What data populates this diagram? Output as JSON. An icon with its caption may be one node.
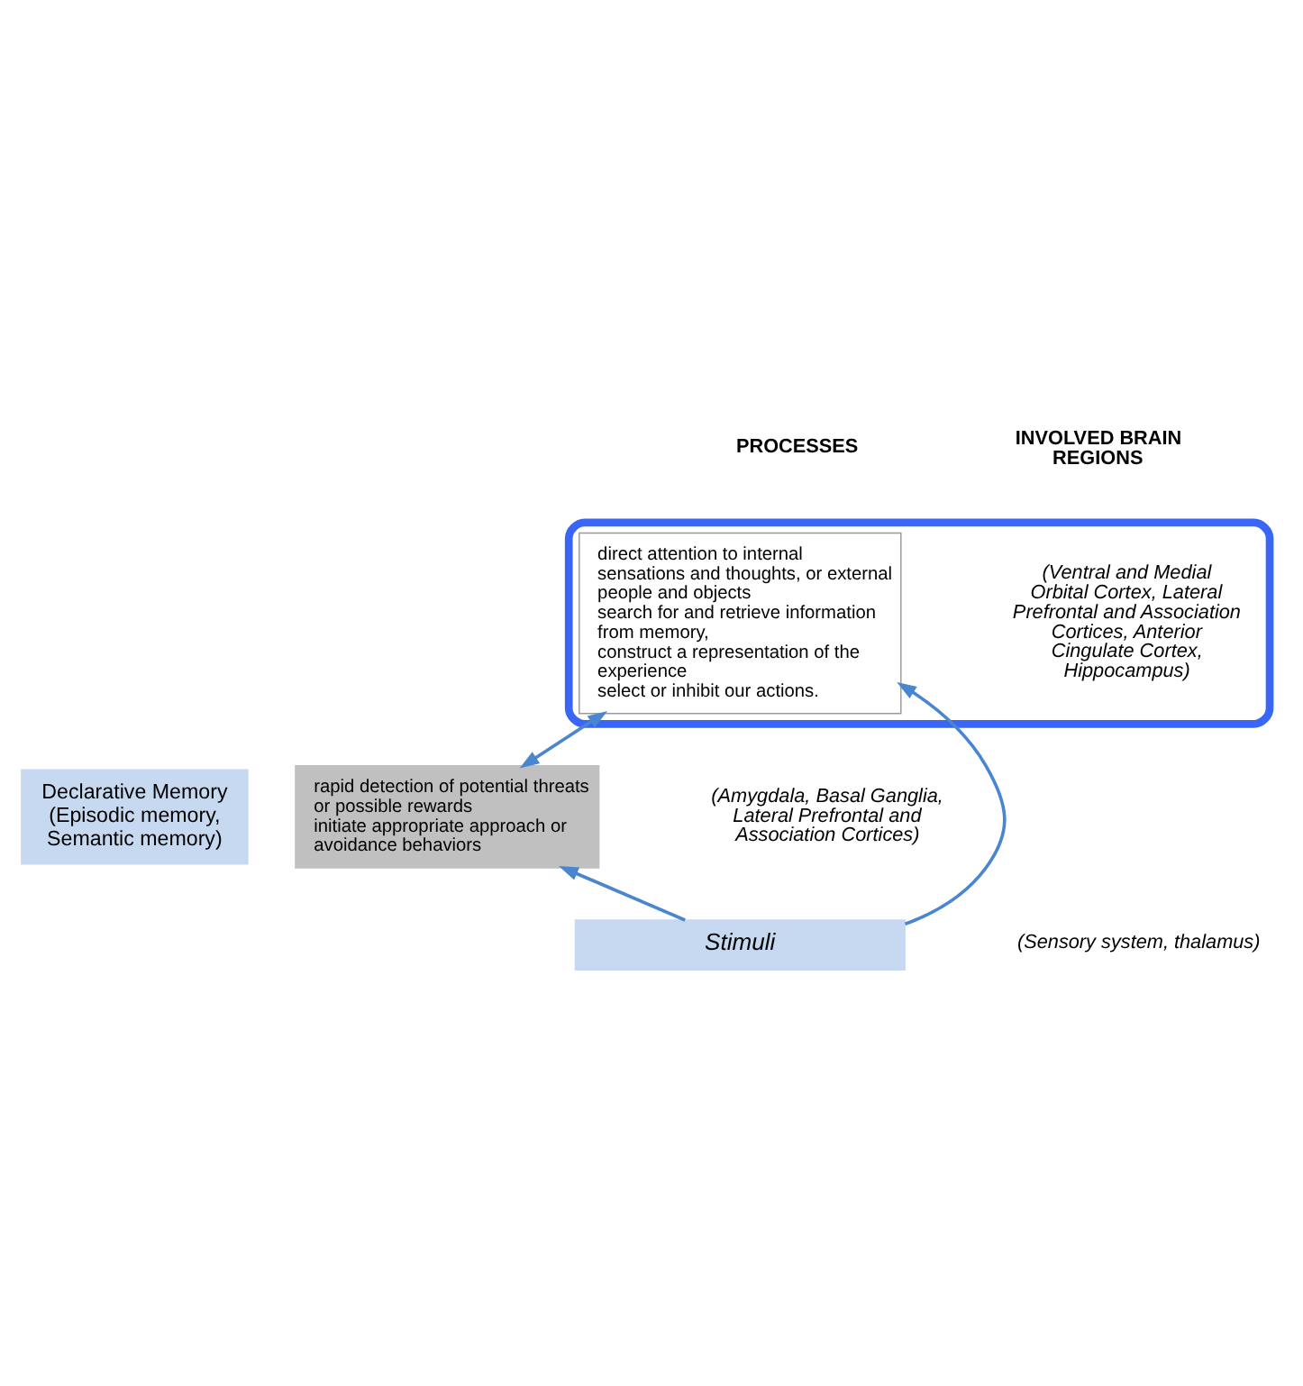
{
  "diagram": {
    "nodes": [
      {
        "text": [
          "Declarative Memory",
          "(Episodic memory, Semantic memory)"
        ]
      },
      {
        "text": [],
        "shape": "box"
      },
      {
        "text": [
          "direct attention to internal sensations and thoughts, or external people and objects",
          "search for and retrieve information from memory,",
          "construct a representation of the experience",
          "select or inhibit our actions."
        ],
        "in": 1
      },
      {
        "text": [
          "rapid detection of potential threats or possible rewards",
          "initiate appropriate approach or avoidance behaviors"
        ]
      },
      {
        "text": [
          "Stimuli"
        ]
      }
    ],
    "edges": [
      {
        "from": 3,
        "to": 2,
        "arrow": "both"
      },
      {
        "from": 4,
        "to": 3,
        "arrow": "to"
      },
      {
        "from": 4,
        "to": 2,
        "arrow": "to"
      }
    ],
    "labels": [
      "PROCESSES",
      "INVOLVED BRAIN REGIONS",
      "(Ventral and Medial Orbital Cortex, Lateral Prefrontal and Association Cortices, Anterior Cingulate Cortex, Hippocampus)",
      "(Amygdala, Basal Ganglia, Lateral Prefrontal and Association Cortices)",
      "(Sensory system, thalamus)"
    ]
  }
}
